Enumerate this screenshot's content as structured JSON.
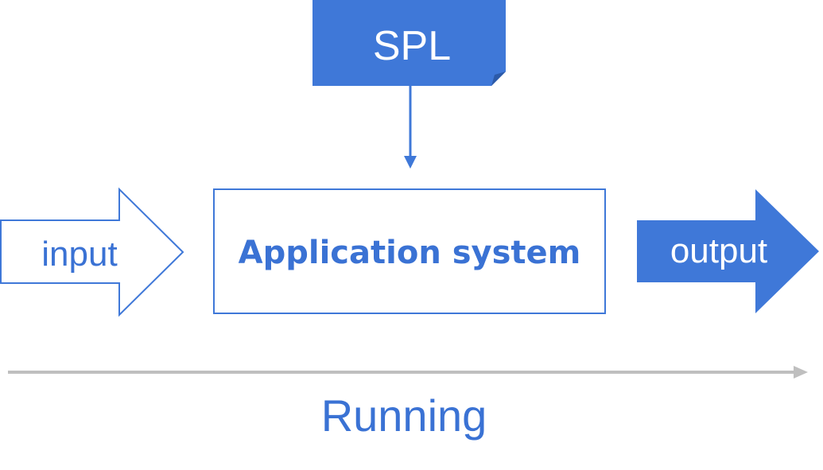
{
  "labels": {
    "spl": "SPL",
    "input": "input",
    "application_system": "Application system",
    "output": "output",
    "running": "Running"
  },
  "colors": {
    "accent_blue": "#3f78d8",
    "text_blue": "#3a72d4",
    "white": "#ffffff",
    "timeline_gray": "#bfbfbf",
    "fold_shadow": "#2c5aa8"
  }
}
